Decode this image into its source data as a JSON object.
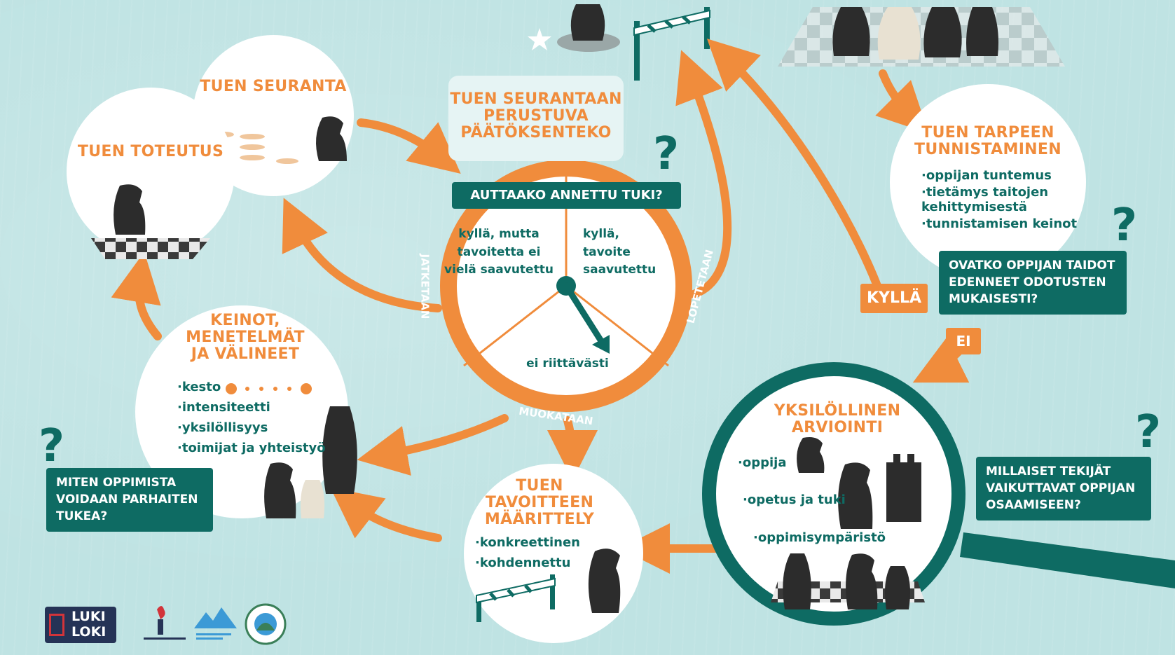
{
  "nodes": {
    "decision_title": "TUEN SEURANTAAN PERUSTUVA PÄÄTÖKSENTEKO",
    "monitoring_title": "TUEN SEURANTA",
    "implementation_title": "TUEN TOTEUTUS",
    "needs_title": "TUEN TARPEEN TUNNISTAMINEN",
    "needs_items": [
      "oppijan tuntemus",
      "tietämys taitojen kehittymisestä",
      "tunnistamisen keinot"
    ],
    "methods_title": "KEINOT, MENETELMÄT JA VÄLINEET",
    "methods_items": [
      "kesto",
      "intensiteetti",
      "yksilöllisyys",
      "toimijat ja yhteistyö"
    ],
    "goal_title": "TUEN TAVOITTEEN MÄÄRITTELY",
    "goal_items": [
      "konkreettinen",
      "kohdennettu"
    ],
    "assessment_title": "YKSILÖLLINEN ARVIOINTI",
    "assessment_items": [
      "oppija",
      "opetus ja tuki",
      "oppimisympäristö"
    ]
  },
  "wheel": {
    "question": "AUTTAAKO ANNETTU TUKI?",
    "segment_left": "kyllä, mutta tavoitetta ei vielä saavutettu",
    "segment_right": "kyllä, tavoite saavutettu",
    "segment_bottom": "ei riittävästi",
    "ring_left": "JATKETAAN",
    "ring_right": "LOPETETAAN",
    "ring_bottom": "MUOKATAAN"
  },
  "questions": {
    "progress": "OVATKO OPPIJAN TAIDOT EDENNEET ODOTUSTEN MUKAISESTI?",
    "factors": "MILLAISET TEKIJÄT VAIKUTTAVAT OPPIJAN OSAAMISEEN?",
    "support": "MITEN OPPIMISTA VOIDAAN PARHAITEN TUKEA?",
    "mark": "?"
  },
  "answers": {
    "yes": "KYLLÄ",
    "no": "EI"
  },
  "logos": {
    "lukiloki_line1": "LUKI",
    "lukiloki_line2": "LOKI"
  },
  "colors": {
    "background": "#bfe3e3",
    "accent_orange": "#f08c3c",
    "teal": "#0e6b63",
    "circle_fill": "#ffffff",
    "chess_dark": "#2c2c2c"
  }
}
